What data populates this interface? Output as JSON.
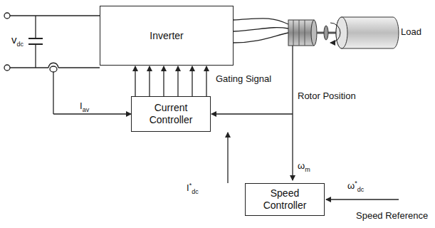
{
  "diagram": {
    "nodes": [
      {
        "text": [
          "Inverter"
        ]
      },
      {
        "text": [
          "Current Controller"
        ]
      },
      {
        "text": [
          "Speed Controller"
        ]
      }
    ],
    "edges": [
      {
        "from": 1,
        "to": 0,
        "arrow": "to",
        "label": "Gating Signal"
      },
      {
        "from": 2,
        "to": 1,
        "arrow": "to",
        "label": "I*dc"
      }
    ],
    "labels": [
      "vdc",
      "Iav",
      "Rotor Position",
      "ωm",
      "ω*dc",
      "Speed Reference",
      "Load"
    ]
  }
}
